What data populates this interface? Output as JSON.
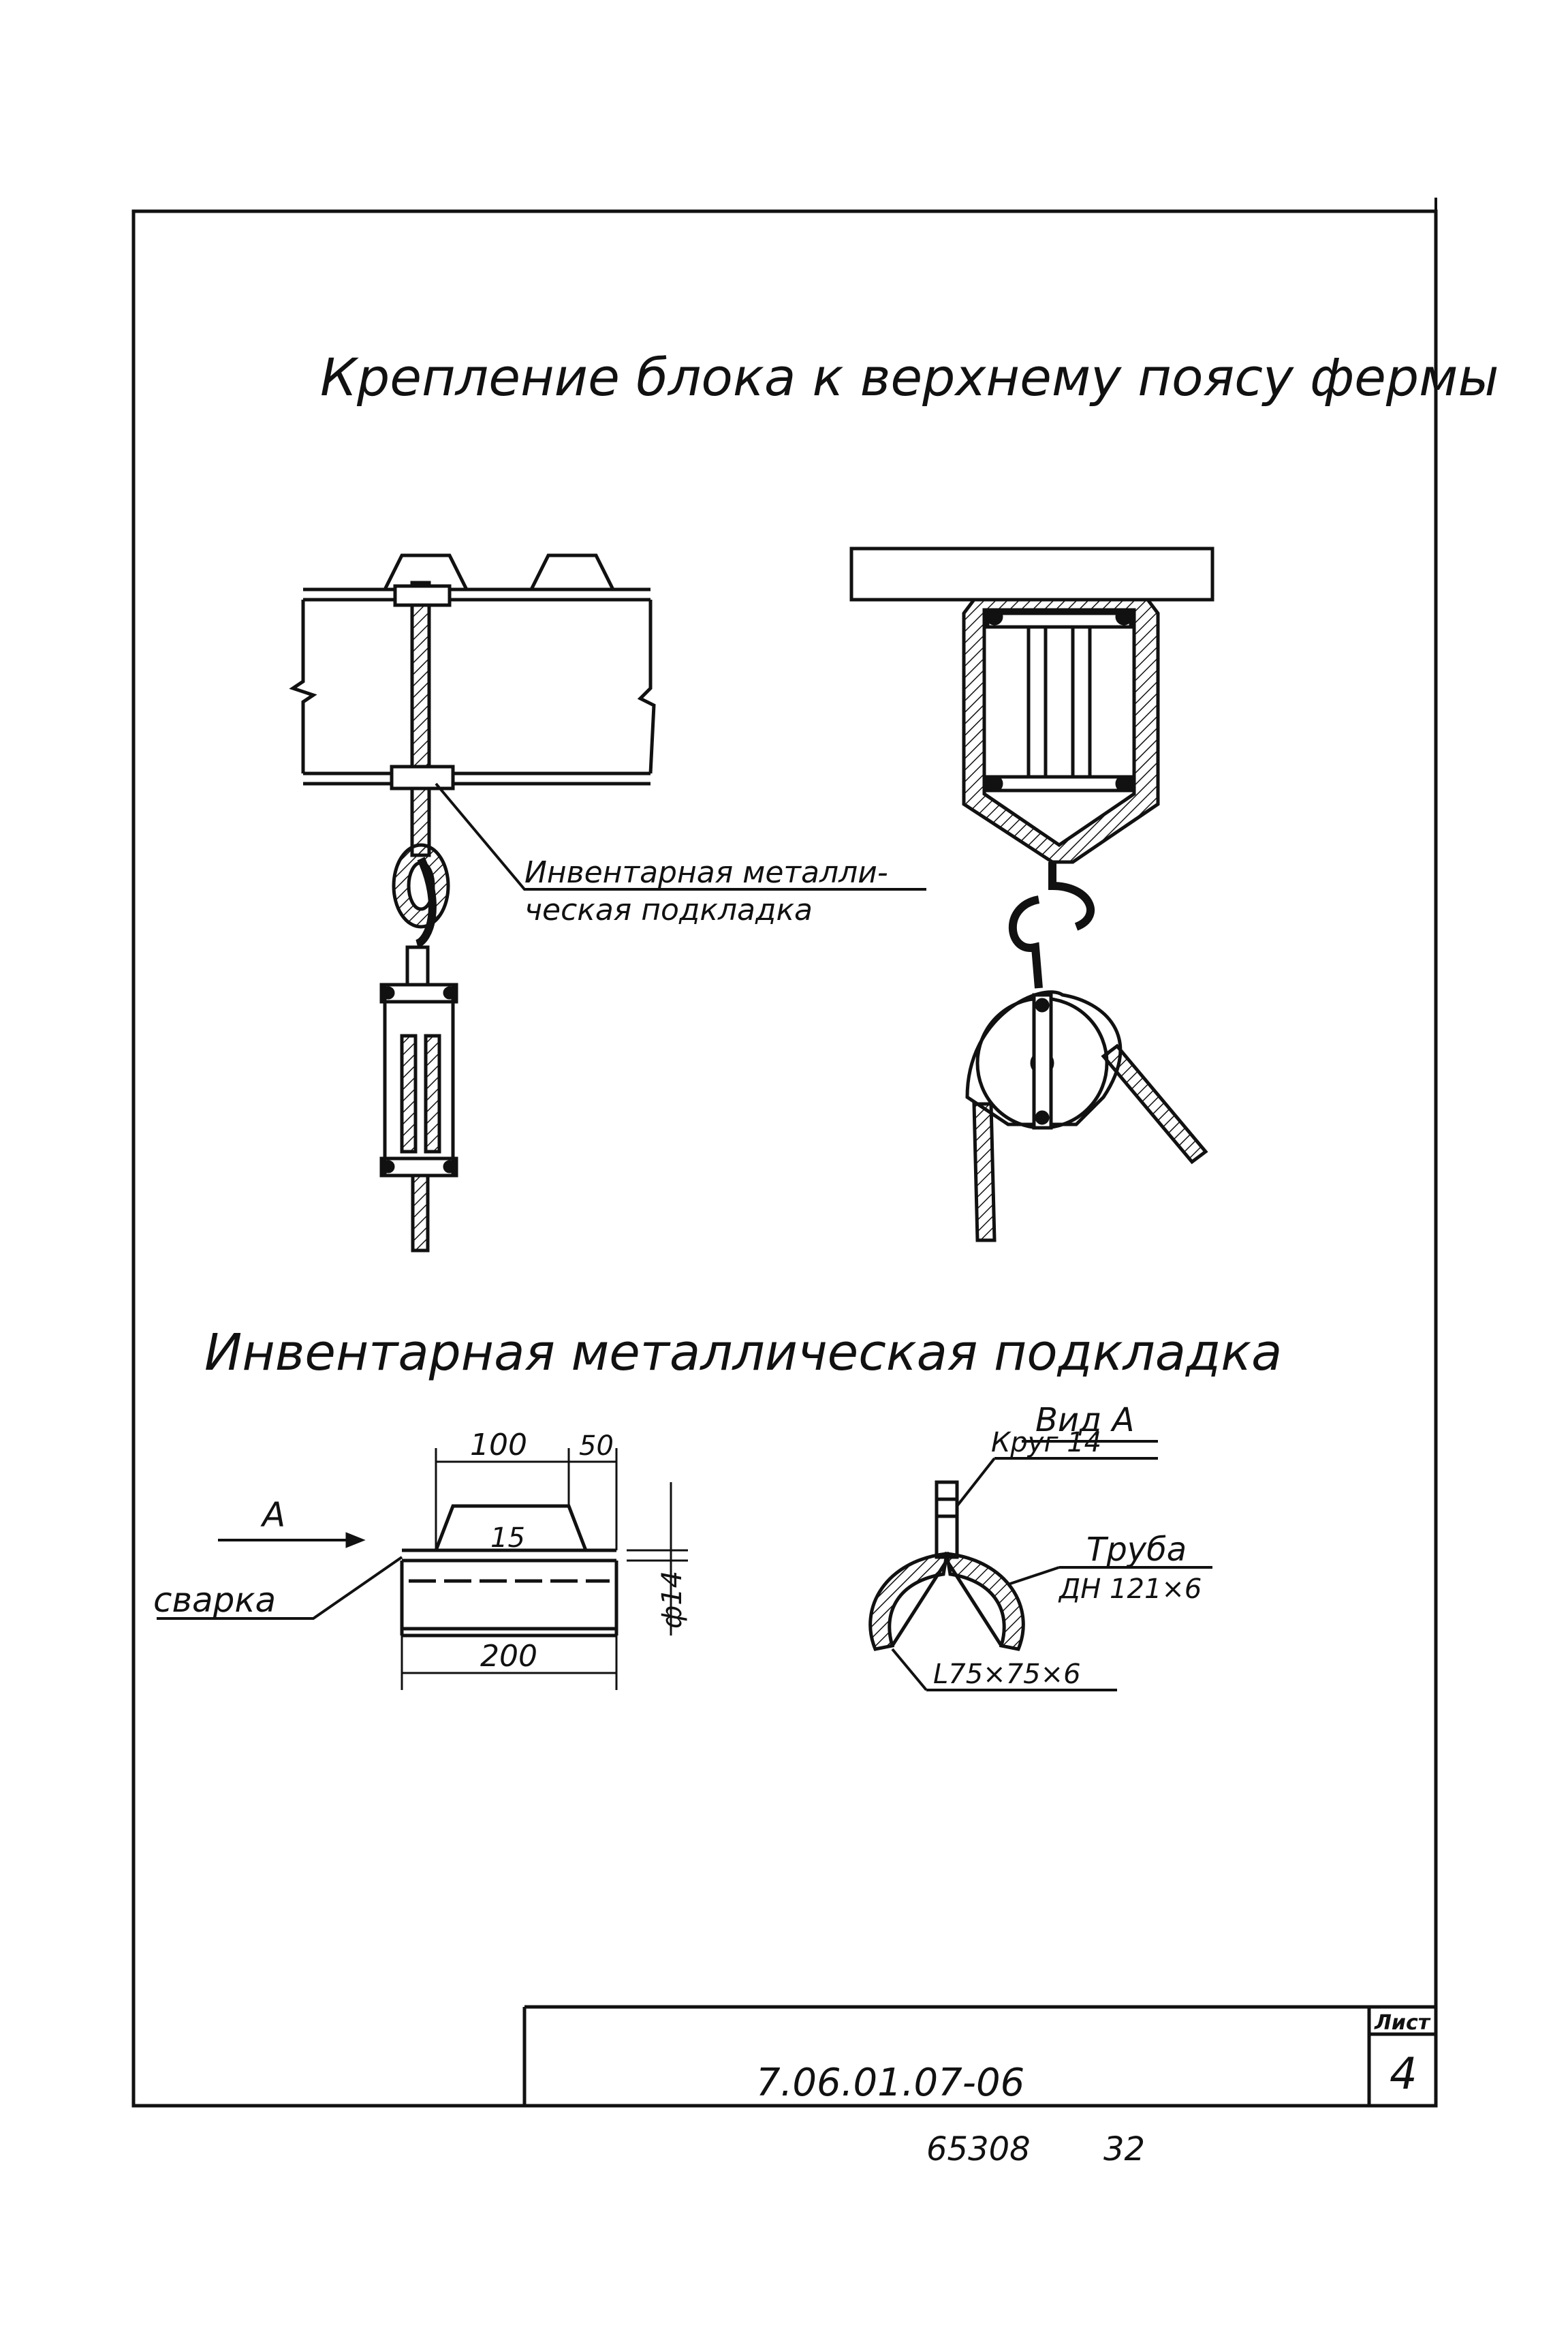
{
  "title": "Крепление блока к верхнему поясу фермы",
  "callout_label_line1": "Инвентарная металли-",
  "callout_label_line2": "ческая подкладка",
  "subtitle": "Инвентарная металлическая подкладка",
  "view_label": "Вид А",
  "arrow_label": "А",
  "dim_100": "100",
  "dim_50": "50",
  "dim_200": "200",
  "dim_phi": "ф14",
  "dim_inner": "15",
  "weld_label": "сварка",
  "rod_label": "Круг 14",
  "pipe_label_line1": "Труба",
  "pipe_label_line2": "ДН 121×6",
  "angle_label": "L75×75×6",
  "doc_code": "7.06.01.07-06",
  "sheet_header": "Лист",
  "sheet_number": "4",
  "footer_number_left": "65308",
  "footer_number_right": "32"
}
